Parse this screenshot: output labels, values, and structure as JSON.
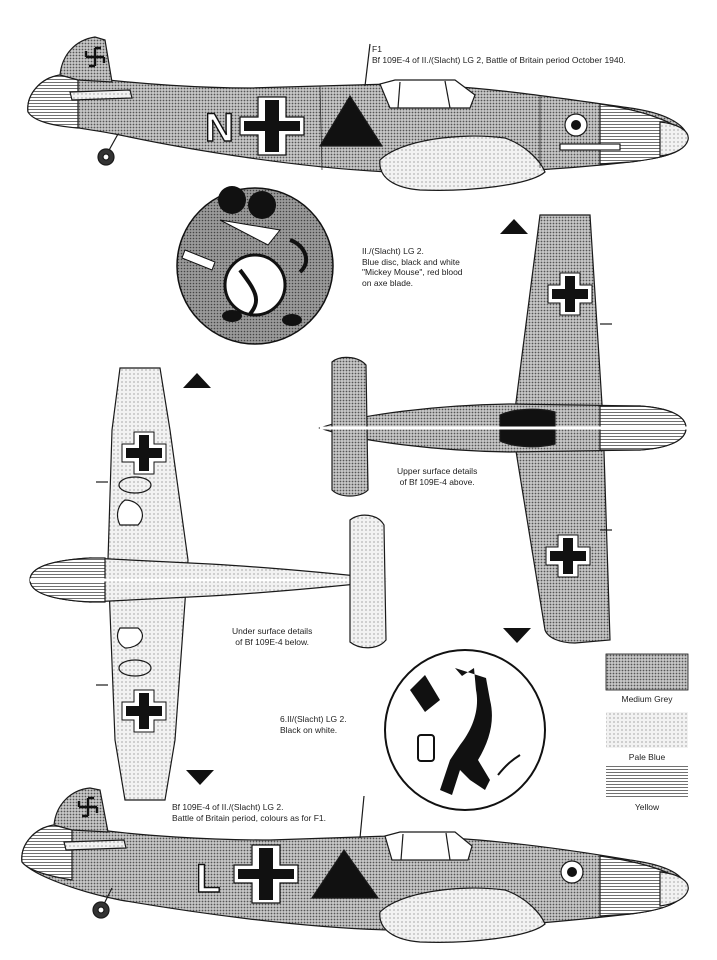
{
  "plate": {
    "f1_id": "F1",
    "f1_title": "Bf 109E-4 of II./(Slacht) LG 2, Battle of Britain period October 1940.",
    "f1_code": "N",
    "f2_title_1": "Bf 109E-4 of II./(Slacht) LG 2.",
    "f2_title_2": "Battle of Britain period, colours as for F1.",
    "f2_code": "L"
  },
  "insignia_1": {
    "lines": [
      "II./(Slacht) LG 2.",
      "Blue disc, black and white",
      "\"Mickey Mouse\", red blood",
      "on axe blade."
    ]
  },
  "insignia_2": {
    "lines": [
      "6.II/(Slacht) LG 2.",
      "Black on white."
    ]
  },
  "upper_view": {
    "lines": [
      "Upper surface details",
      "of Bf 109E-4 above."
    ]
  },
  "under_view": {
    "lines": [
      "Under surface details",
      "of Bf 109E-4 below."
    ]
  },
  "colour_key": [
    {
      "name": "Medium Grey",
      "pattern": "dense-dots"
    },
    {
      "name": "Pale Blue",
      "pattern": "fine-dots"
    },
    {
      "name": "Yellow",
      "pattern": "horizontal-lines"
    }
  ],
  "colors": {
    "ink": "#1a1a1a",
    "paper": "#ffffff",
    "grey": "#bdbdbd"
  }
}
